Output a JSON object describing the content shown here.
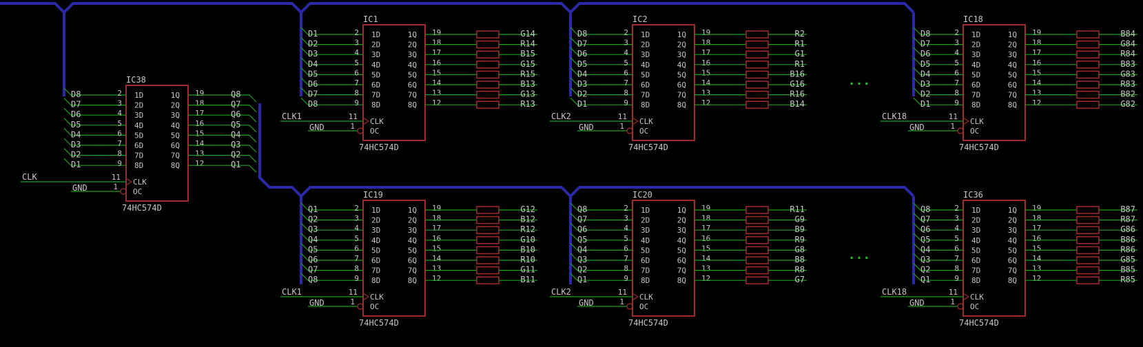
{
  "colors": {
    "background": "#000000",
    "bus": "#2a2aa8",
    "wire": "#1f9e1f",
    "chip": "#a32a2a",
    "label": "#c6c6c6",
    "dots": "#1fbf1f"
  },
  "ellipsis": "...",
  "chips": [
    {
      "ref": "IC38",
      "part": "74HC574D",
      "d_pins": [
        "2",
        "3",
        "4",
        "5",
        "6",
        "7",
        "8",
        "9"
      ],
      "q_pins": [
        "19",
        "18",
        "17",
        "16",
        "15",
        "14",
        "13",
        "12"
      ],
      "d_labels": [
        "1D",
        "2D",
        "3D",
        "4D",
        "5D",
        "6D",
        "7D",
        "8D"
      ],
      "q_labels": [
        "1Q",
        "2Q",
        "3Q",
        "4Q",
        "5Q",
        "6Q",
        "7Q",
        "8Q"
      ],
      "clk_pin": "11",
      "oc_pin": "1",
      "clk_label": "CLK",
      "oc_label": "OC",
      "in_nets": [
        "D8",
        "D7",
        "D6",
        "D5",
        "D4",
        "D3",
        "D2",
        "D1"
      ],
      "out_nets": [
        "Q8",
        "Q7",
        "Q6",
        "Q5",
        "Q4",
        "Q3",
        "Q2",
        "Q1"
      ],
      "clk_net": "CLK",
      "oc_net": "GND"
    },
    {
      "ref": "IC1",
      "part": "74HC574D",
      "d_pins": [
        "2",
        "3",
        "4",
        "5",
        "6",
        "7",
        "8",
        "9"
      ],
      "q_pins": [
        "19",
        "18",
        "17",
        "16",
        "15",
        "14",
        "13",
        "12"
      ],
      "d_labels": [
        "1D",
        "2D",
        "3D",
        "4D",
        "5D",
        "6D",
        "7D",
        "8D"
      ],
      "q_labels": [
        "1Q",
        "2Q",
        "3Q",
        "4Q",
        "5Q",
        "6Q",
        "7Q",
        "8Q"
      ],
      "clk_pin": "11",
      "oc_pin": "1",
      "clk_label": "CLK",
      "oc_label": "OC",
      "in_nets": [
        "D1",
        "D2",
        "D3",
        "D4",
        "D5",
        "D6",
        "D7",
        "D8"
      ],
      "out_nets": [
        "G14",
        "R14",
        "B15",
        "G15",
        "R15",
        "B13",
        "G13",
        "R13"
      ],
      "clk_net": "CLK1",
      "oc_net": "GND"
    },
    {
      "ref": "IC2",
      "part": "74HC574D",
      "d_pins": [
        "2",
        "3",
        "4",
        "5",
        "6",
        "7",
        "8",
        "9"
      ],
      "q_pins": [
        "19",
        "18",
        "17",
        "16",
        "15",
        "14",
        "13",
        "12"
      ],
      "d_labels": [
        "1D",
        "2D",
        "3D",
        "4D",
        "5D",
        "6D",
        "7D",
        "8D"
      ],
      "q_labels": [
        "1Q",
        "2Q",
        "3Q",
        "4Q",
        "5Q",
        "6Q",
        "7Q",
        "8Q"
      ],
      "clk_pin": "11",
      "oc_pin": "1",
      "clk_label": "CLK",
      "oc_label": "OC",
      "in_nets": [
        "D8",
        "D7",
        "D6",
        "D5",
        "D4",
        "D3",
        "D2",
        "D1"
      ],
      "out_nets": [
        "R2",
        "R1",
        "G1",
        "R1",
        "B16",
        "G16",
        "R16",
        "B14"
      ],
      "clk_net": "CLK2",
      "oc_net": "GND"
    },
    {
      "ref": "IC18",
      "part": "74HC574D",
      "d_pins": [
        "2",
        "3",
        "4",
        "5",
        "6",
        "7",
        "8",
        "9"
      ],
      "q_pins": [
        "19",
        "18",
        "17",
        "16",
        "15",
        "14",
        "13",
        "12"
      ],
      "d_labels": [
        "1D",
        "2D",
        "3D",
        "4D",
        "5D",
        "6D",
        "7D",
        "8D"
      ],
      "q_labels": [
        "1Q",
        "2Q",
        "3Q",
        "4Q",
        "5Q",
        "6Q",
        "7Q",
        "8Q"
      ],
      "clk_pin": "11",
      "oc_pin": "1",
      "clk_label": "CLK",
      "oc_label": "OC",
      "in_nets": [
        "D8",
        "D7",
        "D6",
        "D5",
        "D4",
        "D3",
        "D2",
        "D1"
      ],
      "out_nets": [
        "B84",
        "G84",
        "R84",
        "B83",
        "G83",
        "R83",
        "B82",
        "G82"
      ],
      "clk_net": "CLK18",
      "oc_net": "GND"
    },
    {
      "ref": "IC19",
      "part": "74HC574D",
      "d_pins": [
        "2",
        "3",
        "4",
        "5",
        "6",
        "7",
        "8",
        "9"
      ],
      "q_pins": [
        "19",
        "18",
        "17",
        "16",
        "15",
        "14",
        "13",
        "12"
      ],
      "d_labels": [
        "1D",
        "2D",
        "3D",
        "4D",
        "5D",
        "6D",
        "7D",
        "8D"
      ],
      "q_labels": [
        "1Q",
        "2Q",
        "3Q",
        "4Q",
        "5Q",
        "6Q",
        "7Q",
        "8Q"
      ],
      "clk_pin": "11",
      "oc_pin": "1",
      "clk_label": "CLK",
      "oc_label": "OC",
      "in_nets": [
        "Q1",
        "Q2",
        "Q3",
        "Q4",
        "Q5",
        "Q6",
        "Q7",
        "Q8"
      ],
      "out_nets": [
        "G12",
        "B12",
        "R12",
        "G10",
        "B10",
        "R10",
        "G11",
        "B11"
      ],
      "clk_net": "CLK1",
      "oc_net": "GND"
    },
    {
      "ref": "IC20",
      "part": "74HC574D",
      "d_pins": [
        "2",
        "3",
        "4",
        "5",
        "6",
        "7",
        "8",
        "9"
      ],
      "q_pins": [
        "19",
        "18",
        "17",
        "16",
        "15",
        "14",
        "13",
        "12"
      ],
      "d_labels": [
        "1D",
        "2D",
        "3D",
        "4D",
        "5D",
        "6D",
        "7D",
        "8D"
      ],
      "q_labels": [
        "1Q",
        "2Q",
        "3Q",
        "4Q",
        "5Q",
        "6Q",
        "7Q",
        "8Q"
      ],
      "clk_pin": "11",
      "oc_pin": "1",
      "clk_label": "CLK",
      "oc_label": "OC",
      "in_nets": [
        "Q8",
        "Q7",
        "Q6",
        "Q5",
        "Q4",
        "Q3",
        "Q2",
        "Q1"
      ],
      "out_nets": [
        "R11",
        "G9",
        "B9",
        "R9",
        "G8",
        "B8",
        "R8",
        "G7"
      ],
      "clk_net": "CLK2",
      "oc_net": "GND"
    },
    {
      "ref": "IC36",
      "part": "74HC574D",
      "d_pins": [
        "2",
        "3",
        "4",
        "5",
        "6",
        "7",
        "8",
        "9"
      ],
      "q_pins": [
        "19",
        "18",
        "17",
        "16",
        "15",
        "14",
        "13",
        "12"
      ],
      "d_labels": [
        "1D",
        "2D",
        "3D",
        "4D",
        "5D",
        "6D",
        "7D",
        "8D"
      ],
      "q_labels": [
        "1Q",
        "2Q",
        "3Q",
        "4Q",
        "5Q",
        "6Q",
        "7Q",
        "8Q"
      ],
      "clk_pin": "11",
      "oc_pin": "1",
      "clk_label": "CLK",
      "oc_label": "OC",
      "in_nets": [
        "Q8",
        "Q7",
        "Q6",
        "Q5",
        "Q4",
        "Q3",
        "Q2",
        "Q1"
      ],
      "out_nets": [
        "B87",
        "R87",
        "G86",
        "B86",
        "R86",
        "G85",
        "B85",
        "R85"
      ],
      "clk_net": "CLK18",
      "oc_net": "GND"
    }
  ]
}
